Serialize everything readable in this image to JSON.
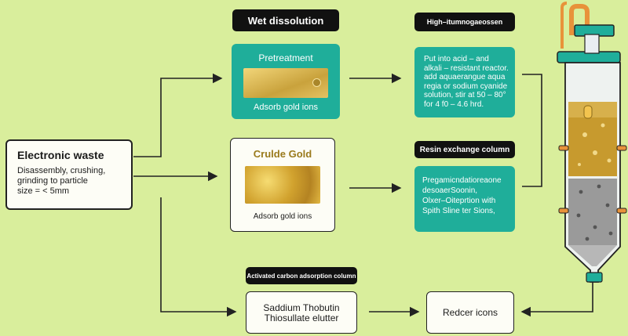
{
  "headers": {
    "wet_dissolution": "Wet dissolution",
    "high_temp": "High–itumnogaeossen",
    "resin_column": "Resin exchange column",
    "activated_carbon": "Activated carbon adsorption column"
  },
  "electronic_waste": {
    "title": "Electronic waste",
    "body": "Disassembly, crushing,\ngrinding to particle\nsize   = < 5mm"
  },
  "pretreatment": {
    "title": "Pretreatment",
    "caption": "Adsorb gold ions"
  },
  "crude_gold": {
    "title": "Crulde Gold",
    "caption": "Adsorb gold ions"
  },
  "acid_box": {
    "text": "Put into acid – and\nalkali – resistant reactor.\nadd aquaerangue aqua\nregia or sodium cyanide\nsolution, stir at 50 – 80°\nfor 4 f0 – 4.6 hrd."
  },
  "resin_box": {
    "text": "Pregamicndatioreaone\ndesoaerSoonin,\nOlxer–Oiteprtion with\nSpith Sline ter Sions,"
  },
  "sodium_box": {
    "text": "Saddium Thobutin\nThiosullate elutter"
  },
  "reduce_box": {
    "text": "Redcer icons"
  },
  "colors": {
    "background": "#d9ee9c",
    "teal": "#1fae9a",
    "gold": "#d4a93a",
    "orange_tube": "#e8923a"
  }
}
